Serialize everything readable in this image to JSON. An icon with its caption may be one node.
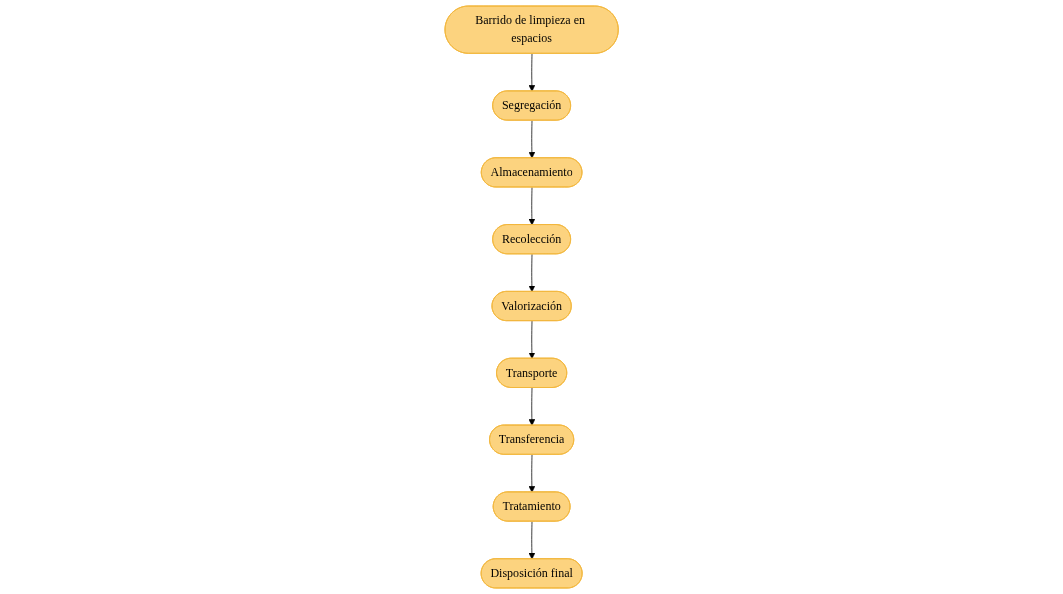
{
  "diagram": {
    "nodes": [
      {
        "text": [
          "Barrido de limpieza en espacios"
        ]
      },
      {
        "text": [
          "Segregación"
        ]
      },
      {
        "text": [
          "Almacenamiento"
        ]
      },
      {
        "text": [
          "Recolección"
        ]
      },
      {
        "text": [
          "Valorización"
        ]
      },
      {
        "text": [
          "Transporte"
        ]
      },
      {
        "text": [
          "Transferencia"
        ]
      },
      {
        "text": [
          "Tratamiento"
        ]
      },
      {
        "text": [
          "Disposición final"
        ]
      }
    ],
    "edges": [
      {
        "from": 0,
        "to": 1,
        "arrow": "to"
      },
      {
        "from": 1,
        "to": 2,
        "arrow": "to"
      },
      {
        "from": 2,
        "to": 3,
        "arrow": "to"
      },
      {
        "from": 3,
        "to": 4,
        "arrow": "to"
      },
      {
        "from": 4,
        "to": 5,
        "arrow": "to"
      },
      {
        "from": 5,
        "to": 6,
        "arrow": "to"
      },
      {
        "from": 6,
        "to": 7,
        "arrow": "to"
      },
      {
        "from": 7,
        "to": 8,
        "arrow": "to"
      }
    ]
  }
}
